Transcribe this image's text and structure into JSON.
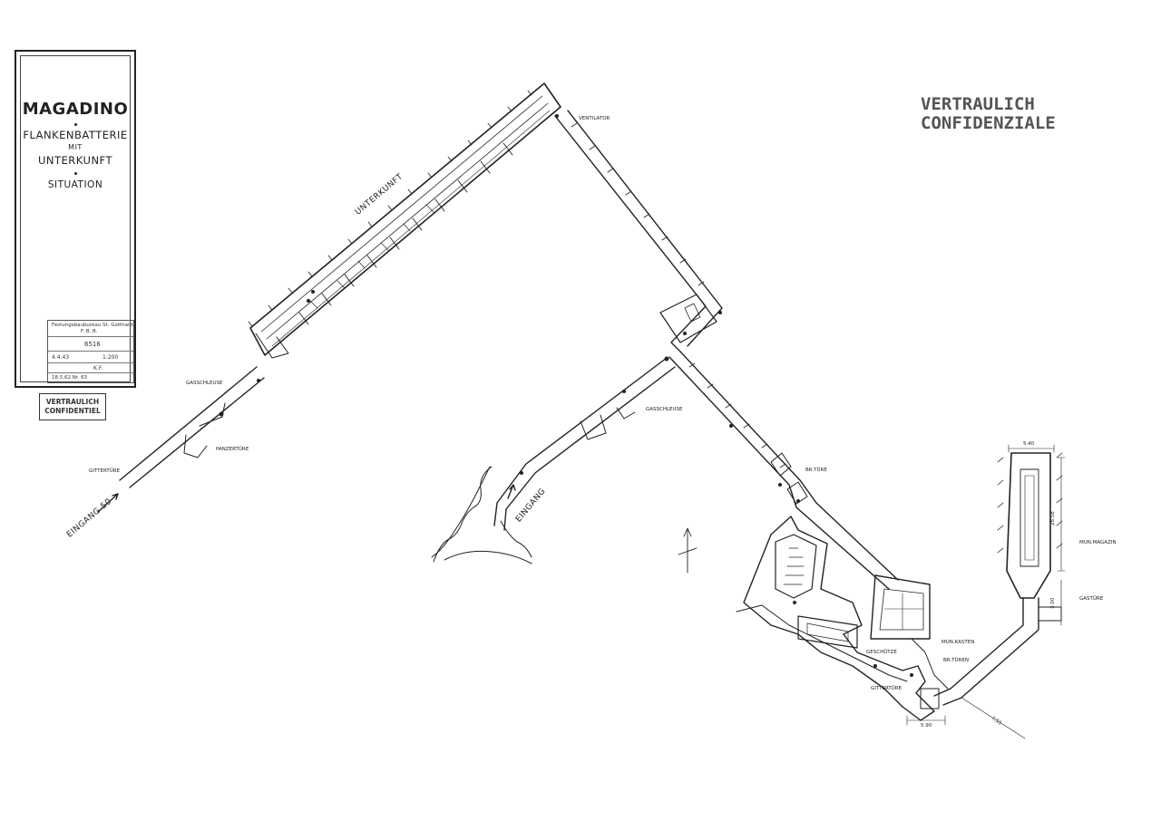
{
  "title_block": {
    "title": "MAGADINO",
    "line1": "FLANKENBATTERIE",
    "line2": "MIT",
    "line3": "UNTERKUNFT",
    "line4": "SITUATION",
    "office": "Festungsbaubureau St. Gotthard",
    "office_sub": "F. B. B.",
    "plan_no": "6516",
    "date": "4.4.43",
    "scale": "1:200",
    "signature": "K.F.",
    "revision": "18.5.62  Nr. 63"
  },
  "stamp_small": {
    "line1": "VERTRAULICH",
    "line2": "CONFIDENTIEL"
  },
  "stamp_large": {
    "line1": "VERTRAULICH",
    "line2": "CONFIDENZIALE"
  },
  "labels": {
    "unterkunft": "UNTERKUNFT",
    "eingang_1": "EINGANG 50",
    "eingang_2": "EINGANG",
    "gittertuere_1": "GITTERTÜRE",
    "gittertuere_2": "GITTERTÜRE",
    "gasschleuse_1": "GASSCHLEUSE",
    "gasschleuse_2": "GASSCHLEUSE",
    "panzertuere": "PANZERTÜRE",
    "ventilator": "VENTILATOR",
    "br_tuere": "BR.TÜRE",
    "br_tueren": "BR.TÜREN",
    "mun_magazin": "MUN.MAGAZIN",
    "gastuere": "GASTÜRE",
    "mun_kasten": "MUN.KASTEN",
    "geschuetze": "GESCHÜTZE",
    "dim_1": "5.40",
    "dim_2": "28.58",
    "dim_3": "3.00",
    "dim_4": "7.55",
    "dim_5": "5.90"
  }
}
